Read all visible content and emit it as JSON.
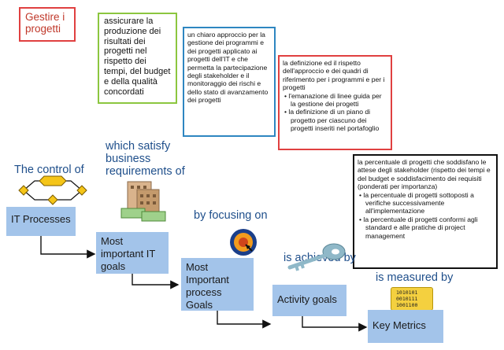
{
  "title": "Gestire i progetti",
  "callouts": {
    "green": "assicurare la produzione dei risultati dei progetti nel rispetto dei tempi, del budget e della qualità concordati",
    "blue": "un chiaro approccio per la gestione dei programmi e dei progetti applicato ai progetti dell'IT e che permetta la partecipazione degli stakeholder e il monitoraggio dei rischi e dello stato di avanzamento dei progetti",
    "red_intro": "la definizione ed il rispetto dell'approccio e dei quadri di riferimento per i programmi e per i progetti",
    "red_bullets": [
      "l'emanazione di linee guida per la gestione dei progetti",
      "la definizione di un piano di progetto per ciascuno dei progetti inseriti nel portafoglio"
    ],
    "black_intro": "la percentuale di progetti che soddisfano le attese degli stakeholder (rispetto dei tempi e del budget e soddisfacimento dei requisiti (ponderati per importanza)",
    "black_bullets": [
      "la percentuale di progetti sottoposti a verifiche successivamente all'implementazione",
      "la percentuale di progetti conformi agli standard e alle pratiche di project management"
    ]
  },
  "taglines": {
    "control_of": "The control of",
    "which_satisfy": "which satisfy business requirements of",
    "by_focusing_on": "by focusing on",
    "is_achieved_by": "is achieved by",
    "is_measured_by": "is measured by"
  },
  "steps": {
    "it_processes": "IT Processes",
    "most_important_it_goals": "Most important IT goals",
    "most_important_process_goals": "Most Important process Goals",
    "activity_goals": "Activity goals",
    "key_metrics": "Key Metrics"
  },
  "metrics_icon_text": [
    "1010101",
    "0010111",
    "1001100"
  ],
  "colors": {
    "step_fill": "#a3c4ea",
    "tagline_text": "#1f4f8b",
    "title_border": "#e04040",
    "green_border": "#8cc63f",
    "blue_border": "#2e86c1",
    "red_border": "#e04040",
    "black_border": "#111111",
    "process_diamond": "#f5c518"
  },
  "icons": [
    "process-flow-icon",
    "money-buildings-icon",
    "target-icon",
    "key-icon",
    "binary-scroll-icon"
  ]
}
